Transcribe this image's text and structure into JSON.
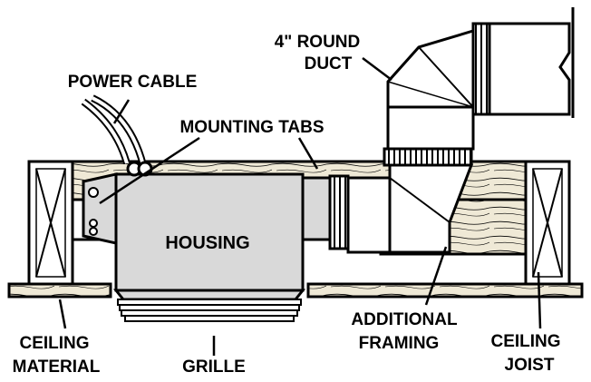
{
  "labels": {
    "duct_line1": "4\" ROUND",
    "duct_line2": "DUCT",
    "power_cable": "POWER CABLE",
    "mounting_tabs": "MOUNTING TABS",
    "housing": "HOUSING",
    "additional_line1": "ADDITIONAL",
    "additional_line2": "FRAMING",
    "ceiling_material_line1": "CEILING",
    "ceiling_material_line2": "MATERIAL",
    "grille": "GRILLE",
    "ceiling_joist_line1": "CEILING",
    "ceiling_joist_line2": "JOIST"
  },
  "colors": {
    "ink": "#000000",
    "paper": "#ffffff",
    "housing_fill": "#d9d9d9",
    "wood_fill": "#efe9d6",
    "duct_fill": "#ffffff"
  }
}
